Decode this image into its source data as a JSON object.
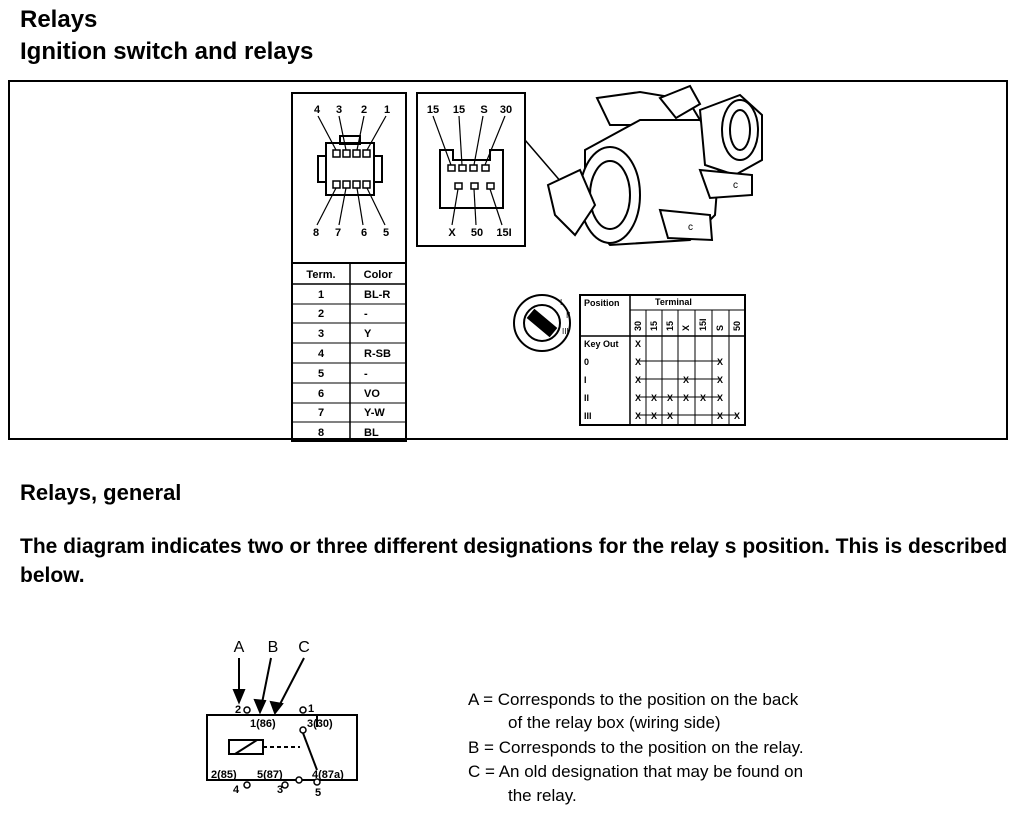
{
  "header": {
    "title": "Relays",
    "subtitle": "Ignition switch and relays"
  },
  "connector": {
    "top_pins": [
      "4",
      "3",
      "2",
      "1"
    ],
    "bottom_pins": [
      "8",
      "7",
      "6",
      "5"
    ]
  },
  "color_table": {
    "headers": [
      "Term.",
      "Color"
    ],
    "rows": [
      [
        "1",
        "BL-R"
      ],
      [
        "2",
        "-"
      ],
      [
        "3",
        "Y"
      ],
      [
        "4",
        "R-SB"
      ],
      [
        "5",
        "-"
      ],
      [
        "6",
        "VO"
      ],
      [
        "7",
        "Y-W"
      ],
      [
        "8",
        "BL"
      ]
    ]
  },
  "switch_connector": {
    "top_pins": [
      "15",
      "15",
      "S",
      "30"
    ],
    "bottom_pins": [
      "X",
      "50",
      "15I"
    ]
  },
  "position_table": {
    "position_header": "Position",
    "terminal_header": "Terminal",
    "terminals": [
      "30",
      "15",
      "15",
      "X",
      "15I",
      "S",
      "50"
    ],
    "rows": [
      {
        "label": "Key Out",
        "marks": [
          "X",
          "",
          "",
          "",
          "",
          "",
          ""
        ]
      },
      {
        "label": "0",
        "marks": [
          "X",
          "",
          "",
          "",
          "",
          "X",
          ""
        ]
      },
      {
        "label": "I",
        "marks": [
          "X",
          "",
          "",
          "X",
          "",
          "X",
          ""
        ]
      },
      {
        "label": "II",
        "marks": [
          "X",
          "X",
          "X",
          "X",
          "X",
          "X",
          ""
        ]
      },
      {
        "label": "III",
        "marks": [
          "X",
          "X",
          "X",
          "",
          "",
          "X",
          "X"
        ]
      }
    ]
  },
  "general": {
    "heading": "Relays, general",
    "intro": "The diagram indicates two or three different designations for the relay s position. This is described below."
  },
  "relay_diagram": {
    "pointer_labels": [
      "A",
      "B",
      "C"
    ],
    "terminals": {
      "t2": "2",
      "t1_86": "1(86)",
      "t1": "1",
      "t3_30": "3(30)",
      "t2_85": "2(85)",
      "t5_87": "5(87)",
      "t4_87a": "4(87a)",
      "t4": "4",
      "t3": "3",
      "t5": "5"
    }
  },
  "legend": {
    "a1": "A = Corresponds to the position on the back",
    "a2": "of the relay box (wiring side)",
    "b1": "B = Corresponds to the position on the relay.",
    "c1": "C = An old designation that may be found on",
    "c2": "the relay."
  }
}
